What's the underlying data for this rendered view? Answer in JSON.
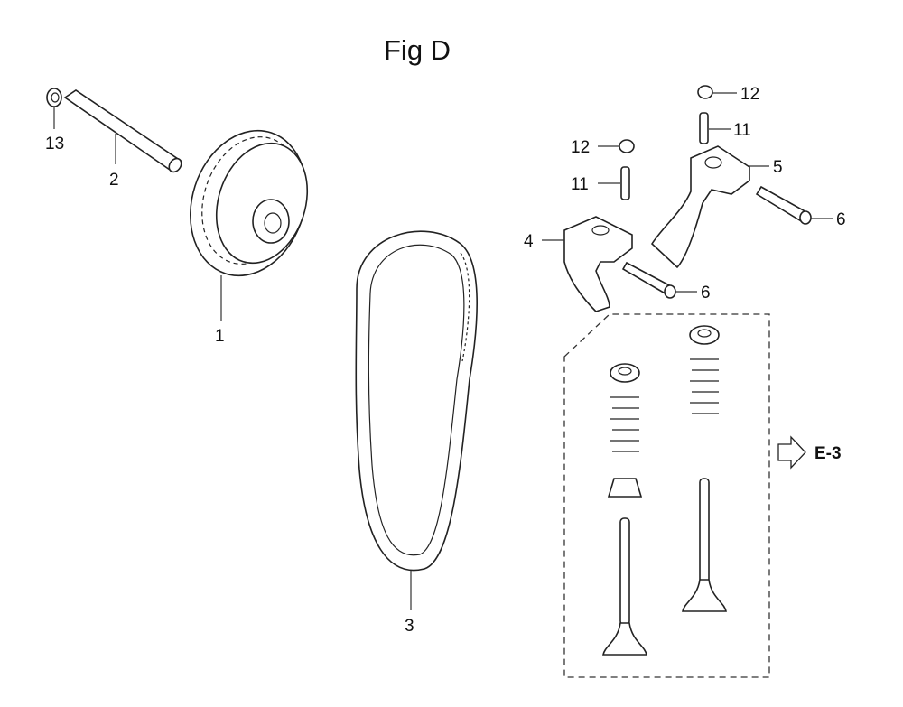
{
  "title": "Fig D",
  "callouts": {
    "c13": "13",
    "c2": "2",
    "c1": "1",
    "c3": "3",
    "c12a": "12",
    "c11a": "11",
    "c12b": "12",
    "c11b": "11",
    "c5": "5",
    "c6a": "6",
    "c4": "4",
    "c6b": "6"
  },
  "reference": {
    "label": "E-3",
    "icon": "arrow-right-outline-icon"
  }
}
